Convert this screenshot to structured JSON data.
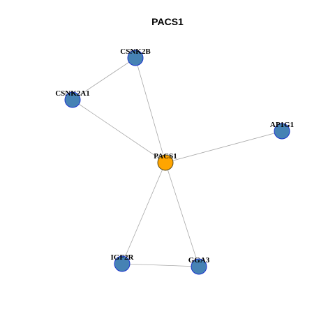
{
  "title": "PACS1",
  "colors": {
    "center_fill": "#FFA500",
    "center_stroke": "#5a4a1a",
    "node_fill": "#4682B4",
    "node_stroke": "#1a33cc",
    "edge": "#a8a8a8"
  },
  "nodes": [
    {
      "id": "PACS1",
      "label": "PACS1",
      "role": "center"
    },
    {
      "id": "CSNK2B",
      "label": "CSNK2B",
      "role": "neighbor"
    },
    {
      "id": "CSNK2A1",
      "label": "CSNK2A1",
      "role": "neighbor"
    },
    {
      "id": "AP1G1",
      "label": "AP1G1",
      "role": "neighbor"
    },
    {
      "id": "IGF2R",
      "label": "IGF2R",
      "role": "neighbor"
    },
    {
      "id": "GGA3",
      "label": "GGA3",
      "role": "neighbor"
    }
  ],
  "edges": [
    {
      "source": "CSNK2B",
      "target": "CSNK2A1"
    },
    {
      "source": "CSNK2B",
      "target": "PACS1"
    },
    {
      "source": "CSNK2A1",
      "target": "PACS1"
    },
    {
      "source": "PACS1",
      "target": "AP1G1"
    },
    {
      "source": "PACS1",
      "target": "IGF2R"
    },
    {
      "source": "PACS1",
      "target": "GGA3"
    },
    {
      "source": "IGF2R",
      "target": "GGA3"
    }
  ]
}
